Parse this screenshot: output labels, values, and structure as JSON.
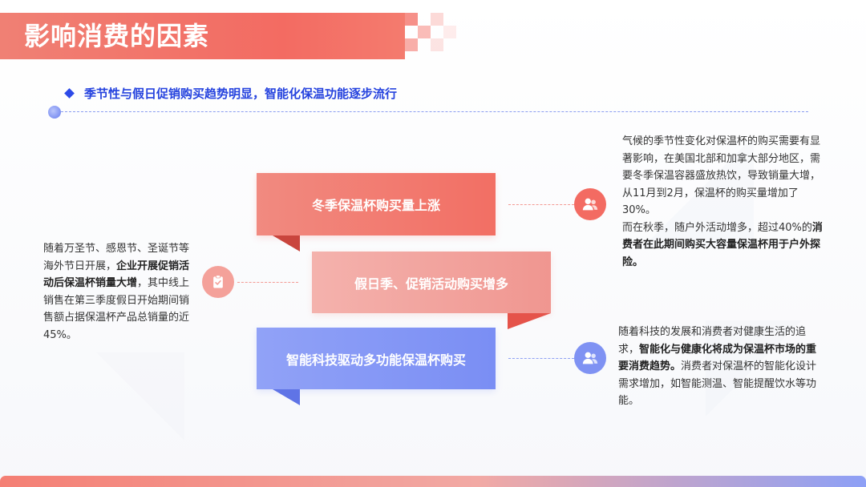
{
  "slide": {
    "title": "影响消费的因素",
    "subtitle": "季节性与假日促销购买趋势明显，智能化保温功能逐步流行"
  },
  "ribbons": [
    {
      "label": "冬季保温杯购买量上涨"
    },
    {
      "label": "假日季、促销活动购买增多"
    },
    {
      "label": "智能科技驱动多功能保温杯购买"
    }
  ],
  "right_top": {
    "paragraph1": "气候的季节性变化对保温杯的购买需要有显著影响，在美国北部和加拿大部分地区，需要冬季保温容器盛放热饮，导致销量大增，从11月到2月，保温杯的购买量增加了30%。",
    "paragraph2_plain": "而在秋季，随户外活动增多，超过40%的",
    "paragraph2_bold": "消费者在此期间购买大容量保温杯用于户外探险。"
  },
  "left_middle": {
    "part1": "随着万圣节、感恩节、圣诞节等海外节日开展，",
    "bold": "企业开展促销活动后保温杯销量大增",
    "part2": "，其中线上销售在第三季度假日开始期间销售额占据保温杯产品总销量的近45%。"
  },
  "right_bottom": {
    "part1": "随着科技的发展和消费者对健康生活的追求，",
    "bold": "智能化与健康化将成为保温杯市场的重要消费趋势。",
    "part2": "消费者对保温杯的智能化设计需求增加，如智能测温、智能提醒饮水等功能。"
  },
  "icons": {
    "top_right": "users-icon",
    "middle_left": "checklist-bag-icon",
    "bottom_right": "users-icon"
  },
  "colors": {
    "accent_red": "#f36b62",
    "accent_pink": "#f09690",
    "accent_blue": "#7a8ef4",
    "subtitle_blue": "#2643de"
  }
}
